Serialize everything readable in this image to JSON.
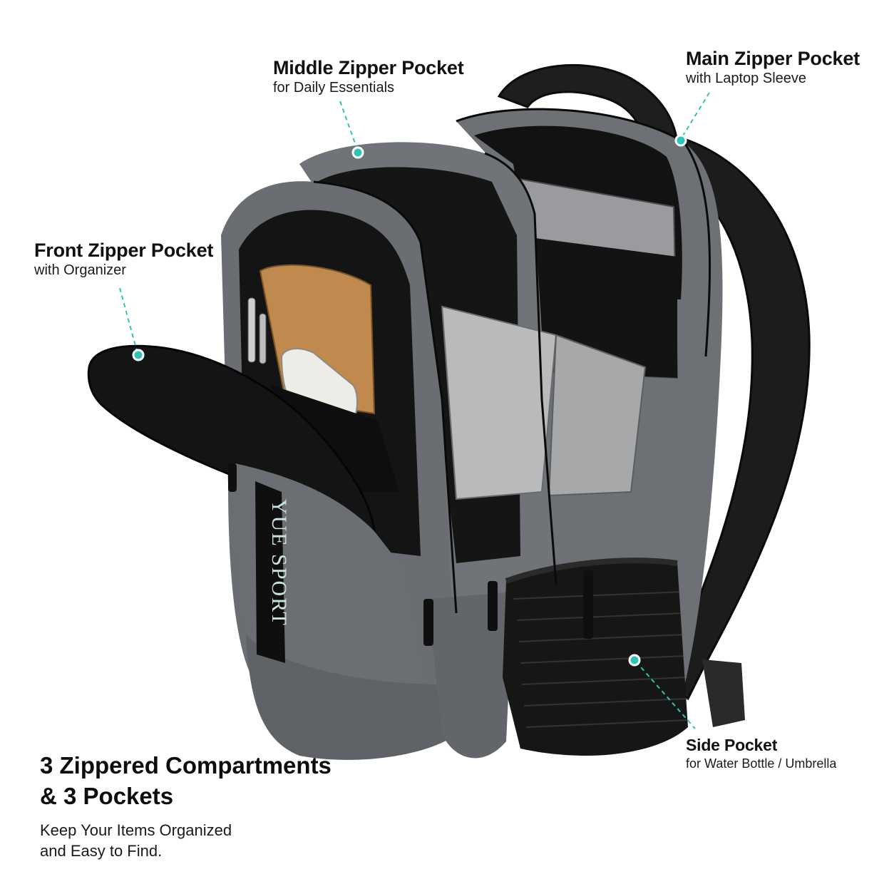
{
  "callouts": {
    "middle": {
      "title": "Middle Zipper Pocket",
      "subtitle": "for Daily Essentials"
    },
    "main": {
      "title": "Main Zipper Pocket",
      "subtitle": "with Laptop Sleeve"
    },
    "front": {
      "title": "Front Zipper Pocket",
      "subtitle": "with Organizer"
    },
    "side": {
      "title": "Side Pocket",
      "subtitle": "for Water Bottle / Umbrella"
    }
  },
  "headline": {
    "line1": "3 Zippered Compartments",
    "line2": "& 3 Pockets"
  },
  "tagline": {
    "line1": "Keep Your Items Organized",
    "line2": "and Easy to Find."
  },
  "brand_label": "YUE SPORT",
  "colors": {
    "accent": "#2ec4b6",
    "fabric": "#6d7074",
    "fabric_dark": "#55585c",
    "lining": "#141414",
    "text": "#111111"
  }
}
